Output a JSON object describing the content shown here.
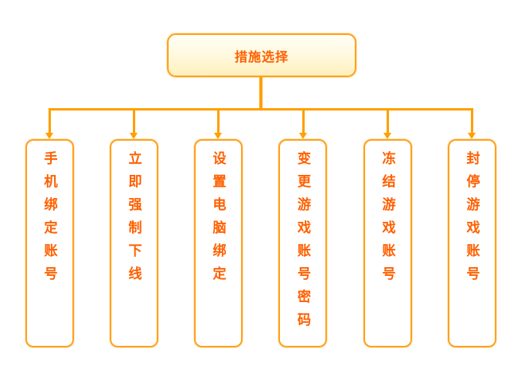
{
  "diagram": {
    "type": "org-tree-flowchart",
    "root": {
      "label": "措施选择"
    },
    "children": [
      {
        "label": "手机绑定账号"
      },
      {
        "label": "立即强制下线"
      },
      {
        "label": "设置电脑绑定"
      },
      {
        "label": "变更游戏账号密码"
      },
      {
        "label": "冻结游戏账号"
      },
      {
        "label": "封停游戏账号"
      }
    ],
    "colors": {
      "connector_line": "#FFA000",
      "node_border": "#FFA21E",
      "label_text": "#FF6000",
      "root_fill_gradient_top": "#FFFEF8",
      "root_fill_gradient_bottom": "#FFF0BC",
      "child_fill": "#FFFFFF"
    }
  }
}
